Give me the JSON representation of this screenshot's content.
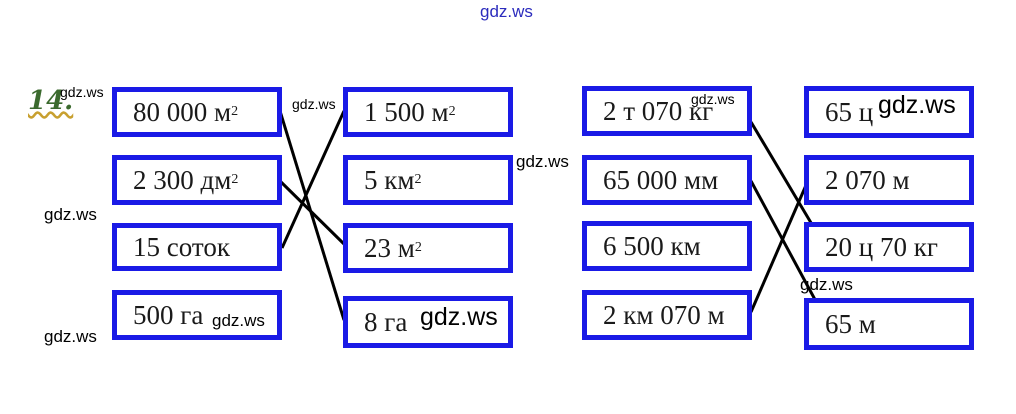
{
  "exercise_number": "14.",
  "watermark": "gdz.ws",
  "left_col": [
    {
      "value": "80 000 м",
      "sup": "2"
    },
    {
      "value": "2 300 дм",
      "sup": "2"
    },
    {
      "value": "15 соток",
      "sup": ""
    },
    {
      "value": "500 га",
      "sup": ""
    }
  ],
  "mid_col": [
    {
      "value": "1 500 м",
      "sup": "2"
    },
    {
      "value": "5 км",
      "sup": "2"
    },
    {
      "value": "23 м",
      "sup": "2"
    },
    {
      "value": "8 га",
      "sup": ""
    }
  ],
  "right_left_col": [
    {
      "value": "2 т 070 кг"
    },
    {
      "value": "65 000 мм"
    },
    {
      "value": "6 500 км"
    },
    {
      "value": "2 км 070 м"
    }
  ],
  "right_col": [
    {
      "value": "65 ц"
    },
    {
      "value": "2 070 м"
    },
    {
      "value": "20 ц 70 кг"
    },
    {
      "value": "65 м"
    }
  ],
  "colors": {
    "box_border": "#1a1ae6",
    "line": "#000000"
  }
}
